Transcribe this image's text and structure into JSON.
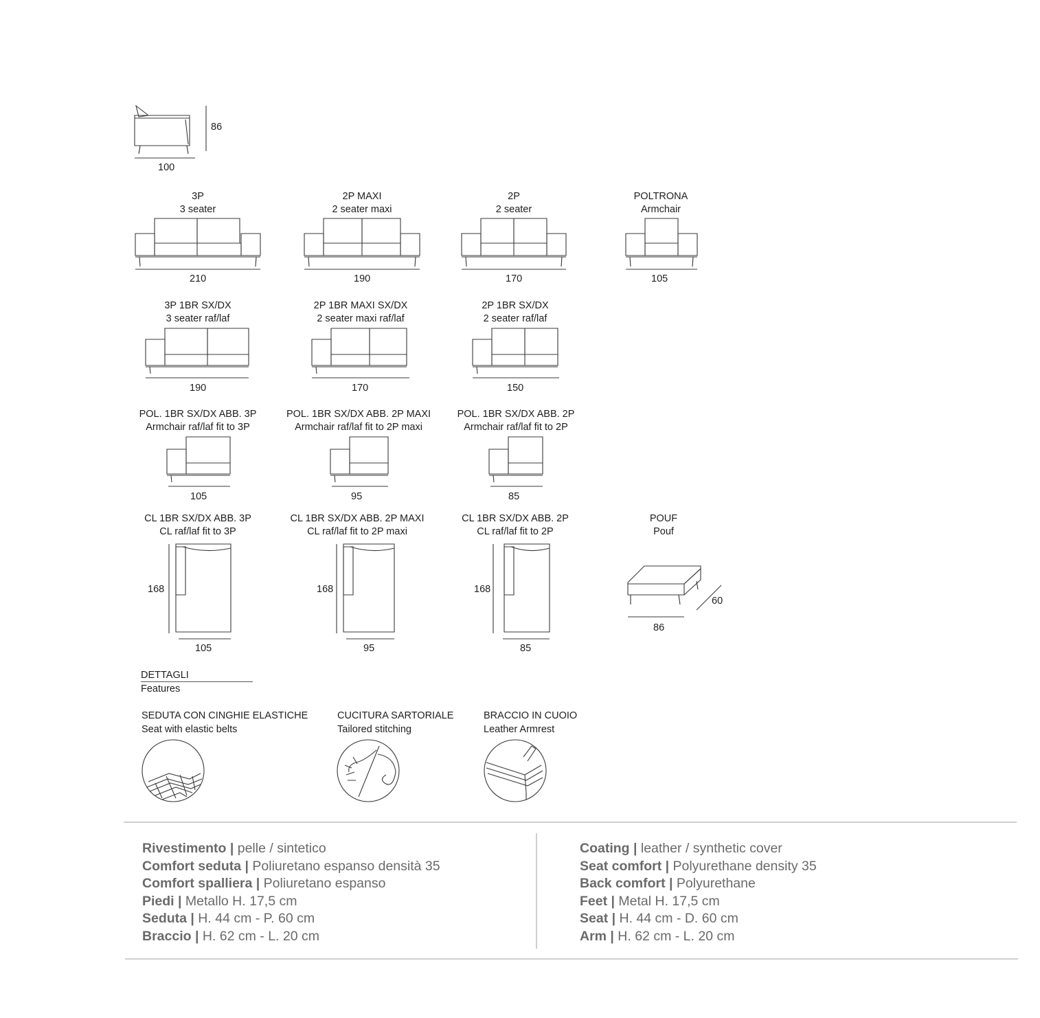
{
  "side_view": {
    "height": "86",
    "width": "100"
  },
  "row1": [
    {
      "it": "3P",
      "en": "3 seater",
      "dim": "210"
    },
    {
      "it": "2P MAXI",
      "en": "2 seater maxi",
      "dim": "190"
    },
    {
      "it": "2P",
      "en": "2 seater",
      "dim": "170"
    },
    {
      "it": "POLTRONA",
      "en": "Armchair",
      "dim": "105"
    }
  ],
  "row2": [
    {
      "it": "3P 1BR SX/DX",
      "en": "3 seater raf/laf",
      "dim": "190"
    },
    {
      "it": "2P 1BR MAXI SX/DX",
      "en": "2 seater maxi raf/laf",
      "dim": "170"
    },
    {
      "it": "2P 1BR SX/DX",
      "en": "2 seater raf/laf",
      "dim": "150"
    }
  ],
  "row3": [
    {
      "it": "POL. 1BR SX/DX ABB. 3P",
      "en": "Armchair raf/laf fit to 3P",
      "dim": "105"
    },
    {
      "it": "POL. 1BR SX/DX ABB. 2P MAXI",
      "en": "Armchair raf/laf fit to 2P maxi",
      "dim": "95"
    },
    {
      "it": "POL. 1BR SX/DX ABB. 2P",
      "en": "Armchair raf/laf fit to 2P",
      "dim": "85"
    }
  ],
  "row4": [
    {
      "it": "CL 1BR SX/DX ABB. 3P",
      "en": "CL raf/laf fit to 3P",
      "depth": "168",
      "dim": "105"
    },
    {
      "it": "CL 1BR SX/DX ABB. 2P MAXI",
      "en": "CL raf/laf fit to 2P maxi",
      "depth": "168",
      "dim": "95"
    },
    {
      "it": "CL 1BR SX/DX ABB. 2P",
      "en": "CL raf/laf fit to 2P",
      "depth": "168",
      "dim": "85"
    },
    {
      "it": "POUF",
      "en": "Pouf",
      "dim": "86",
      "depth": "60"
    }
  ],
  "features": {
    "heading_it": "DETTAGLI",
    "heading_en": "Features",
    "items": [
      {
        "it": "SEDUTA CON CINGHIE ELASTICHE",
        "en": "Seat with elastic belts"
      },
      {
        "it": "CUCITURA SARTORIALE",
        "en": "Tailored stitching"
      },
      {
        "it": "BRACCIO IN CUOIO",
        "en": "Leather Armrest"
      }
    ]
  },
  "specs_it": [
    {
      "k": "Rivestimento |",
      "v": " pelle / sintetico"
    },
    {
      "k": "Comfort seduta |",
      "v": " Poliuretano espanso densità 35"
    },
    {
      "k": "Comfort spalliera |",
      "v": " Poliuretano espanso"
    },
    {
      "k": "Piedi |",
      "v": " Metallo H. 17,5 cm"
    },
    {
      "k": "Seduta |",
      "v": " H. 44 cm - P. 60 cm"
    },
    {
      "k": "Braccio |",
      "v": " H. 62 cm - L. 20 cm"
    }
  ],
  "specs_en": [
    {
      "k": "Coating |",
      "v": " leather / synthetic cover"
    },
    {
      "k": "Seat comfort |",
      "v": " Polyurethane density 35"
    },
    {
      "k": "Back comfort |",
      "v": " Polyurethane"
    },
    {
      "k": "Feet |",
      "v": " Metal H. 17,5 cm"
    },
    {
      "k": "Seat |",
      "v": " H. 44 cm - D. 60 cm"
    },
    {
      "k": "Arm |",
      "v": " H. 62 cm - L. 20 cm"
    }
  ]
}
